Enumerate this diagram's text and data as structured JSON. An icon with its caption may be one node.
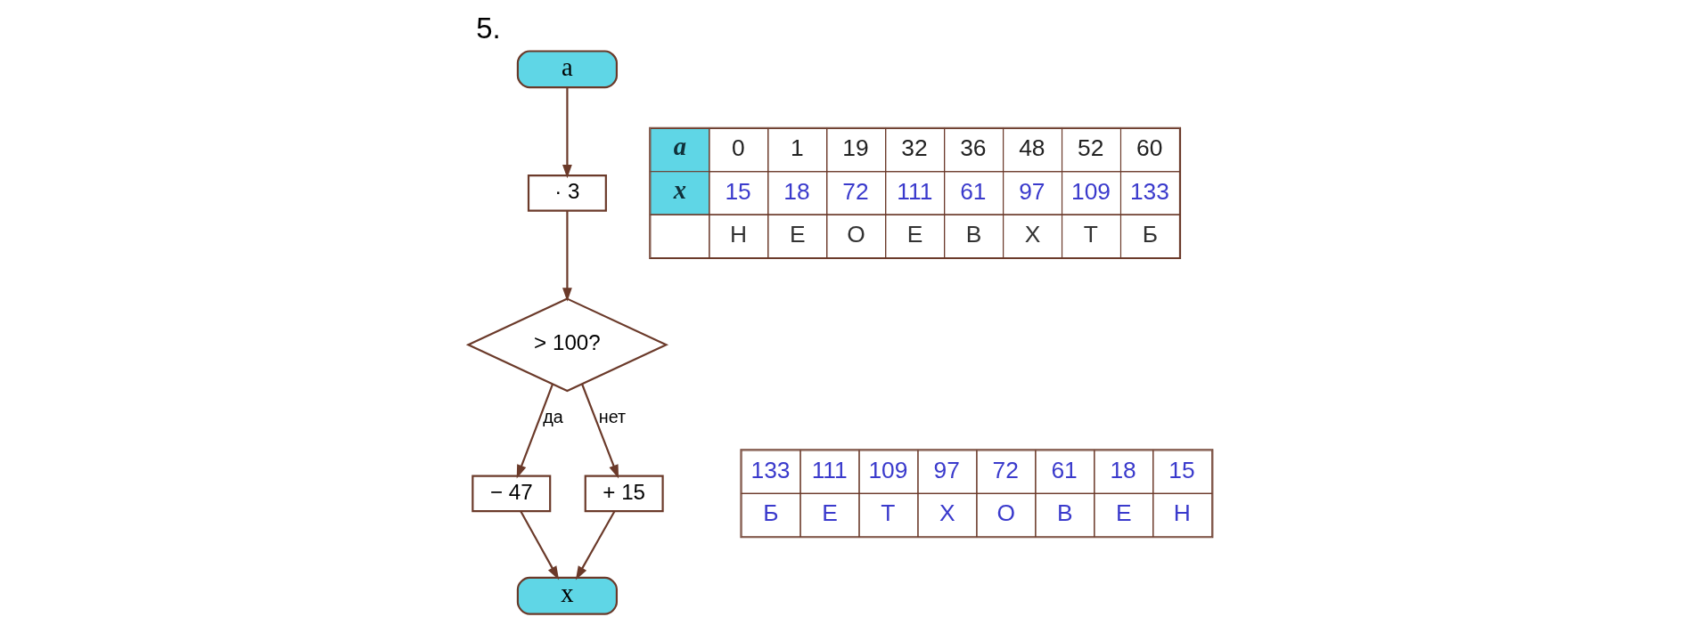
{
  "diagram": {
    "title": "5.",
    "nodes": [
      {
        "text": [
          "a"
        ]
      },
      {
        "text": [
          "· 3"
        ]
      },
      {
        "text": [
          "> 100?"
        ]
      },
      {
        "text": [
          "− 47"
        ]
      },
      {
        "text": [
          "+ 15"
        ]
      },
      {
        "text": [
          "x"
        ]
      }
    ],
    "edges": [
      {
        "from": 0,
        "to": 1,
        "arrow": "to"
      },
      {
        "from": 1,
        "to": 2,
        "arrow": "to"
      },
      {
        "from": 2,
        "to": 3,
        "arrow": "to",
        "label": "да"
      },
      {
        "from": 2,
        "to": 4,
        "arrow": "to",
        "label": "нет"
      },
      {
        "from": 3,
        "to": 5,
        "arrow": "to"
      },
      {
        "from": 4,
        "to": 5,
        "arrow": "to"
      }
    ],
    "labels": [
      "a",
      "0",
      "1",
      "19",
      "32",
      "36",
      "48",
      "52",
      "60",
      "x",
      "15",
      "18",
      "72",
      "111",
      "61",
      "97",
      "109",
      "133",
      "Н",
      "Е",
      "О",
      "Е",
      "В",
      "Х",
      "Т",
      "Б",
      "133",
      "111",
      "109",
      "97",
      "72",
      "61",
      "18",
      "15",
      "Б",
      "Е",
      "Т",
      "Х",
      "О",
      "В",
      "Е",
      "Н"
    ]
  }
}
